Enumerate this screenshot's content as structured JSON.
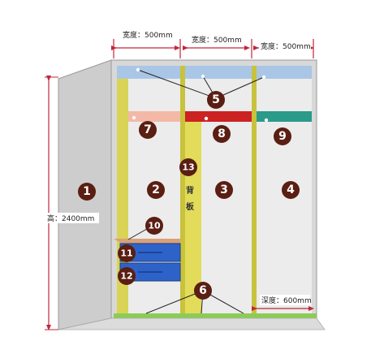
{
  "dimensions": {
    "width_top": [
      "宽度：500mm",
      "宽度：500mm",
      "宽度：500mm"
    ],
    "height": "高：2400mm",
    "depth": "深度：600mm"
  },
  "back_panel_label": [
    "背",
    "板"
  ],
  "parts": [
    "1",
    "2",
    "3",
    "4",
    "5",
    "6",
    "7",
    "8",
    "9",
    "10",
    "11",
    "12",
    "13"
  ],
  "colors": {
    "cabinet_side": "#cdcdcd",
    "compartment": "#e9e9e9",
    "divider": "#d9d455",
    "top_panel": "#a9c6e6",
    "shelf_left": "#f3b9a6",
    "shelf_mid": "#cc2222",
    "shelf_right": "#2a9a8a",
    "drawer": "#2d63c9",
    "bottom": "#8ccc55",
    "badge": "#5a1e12",
    "dimension_line": "#c0263a"
  }
}
